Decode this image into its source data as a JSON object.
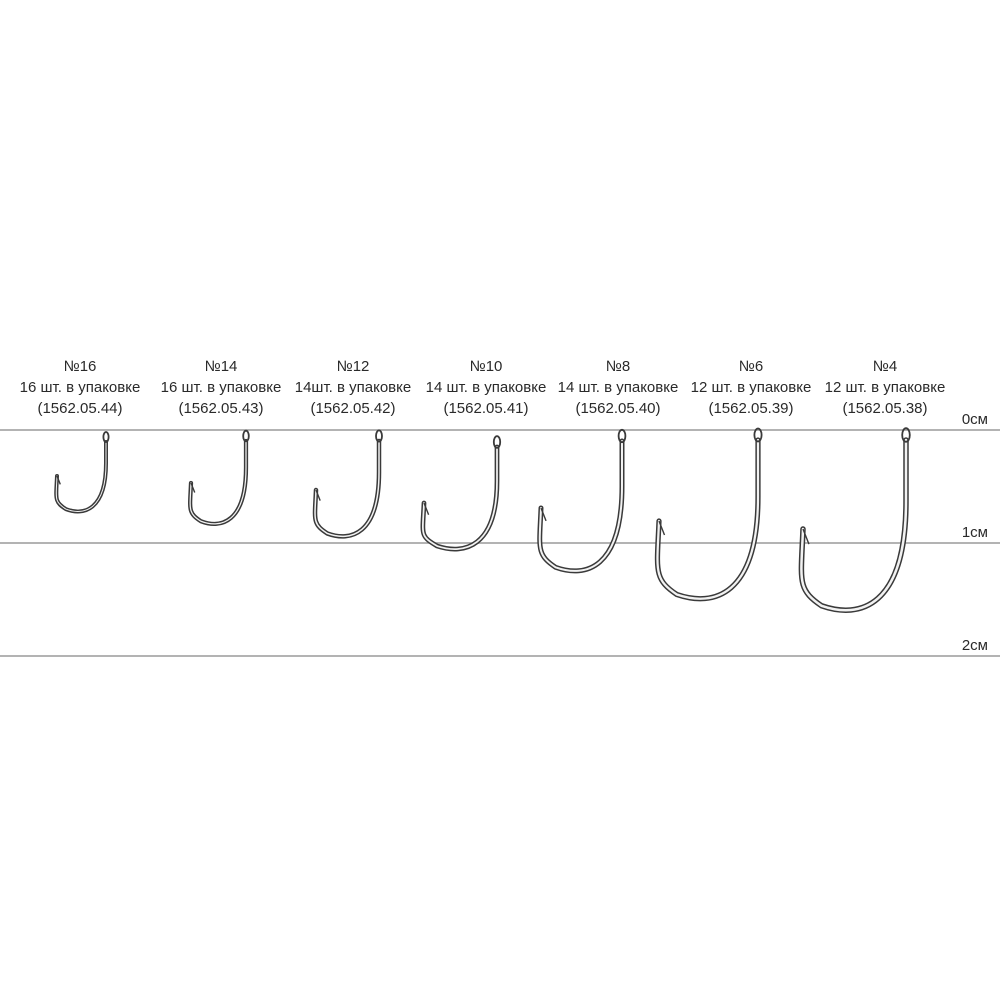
{
  "hooks": [
    {
      "size": "№16",
      "qty": "16 шт.  в упаковке",
      "code": "(1562.05.44)"
    },
    {
      "size": "№14",
      "qty": "16 шт.  в упаковке",
      "code": "(1562.05.43)"
    },
    {
      "size": "№12",
      "qty": "14шт.  в упаковке",
      "code": "(1562.05.42)"
    },
    {
      "size": "№10",
      "qty": "14 шт.  в упаковке",
      "code": "(1562.05.41)"
    },
    {
      "size": "№8",
      "qty": "14 шт.  в упаковке",
      "code": "(1562.05.40)"
    },
    {
      "size": "№6",
      "qty": "12 шт.  в упаковке",
      "code": "(1562.05.39)"
    },
    {
      "size": "№4",
      "qty": "12 шт.  в упаковке",
      "code": "(1562.05.38)"
    }
  ],
  "scale": [
    "0см",
    "1см",
    "2см"
  ],
  "colors": {
    "hook": "#3a3a3a",
    "rule": "#9a9a9a",
    "text": "#2a2a2a"
  }
}
